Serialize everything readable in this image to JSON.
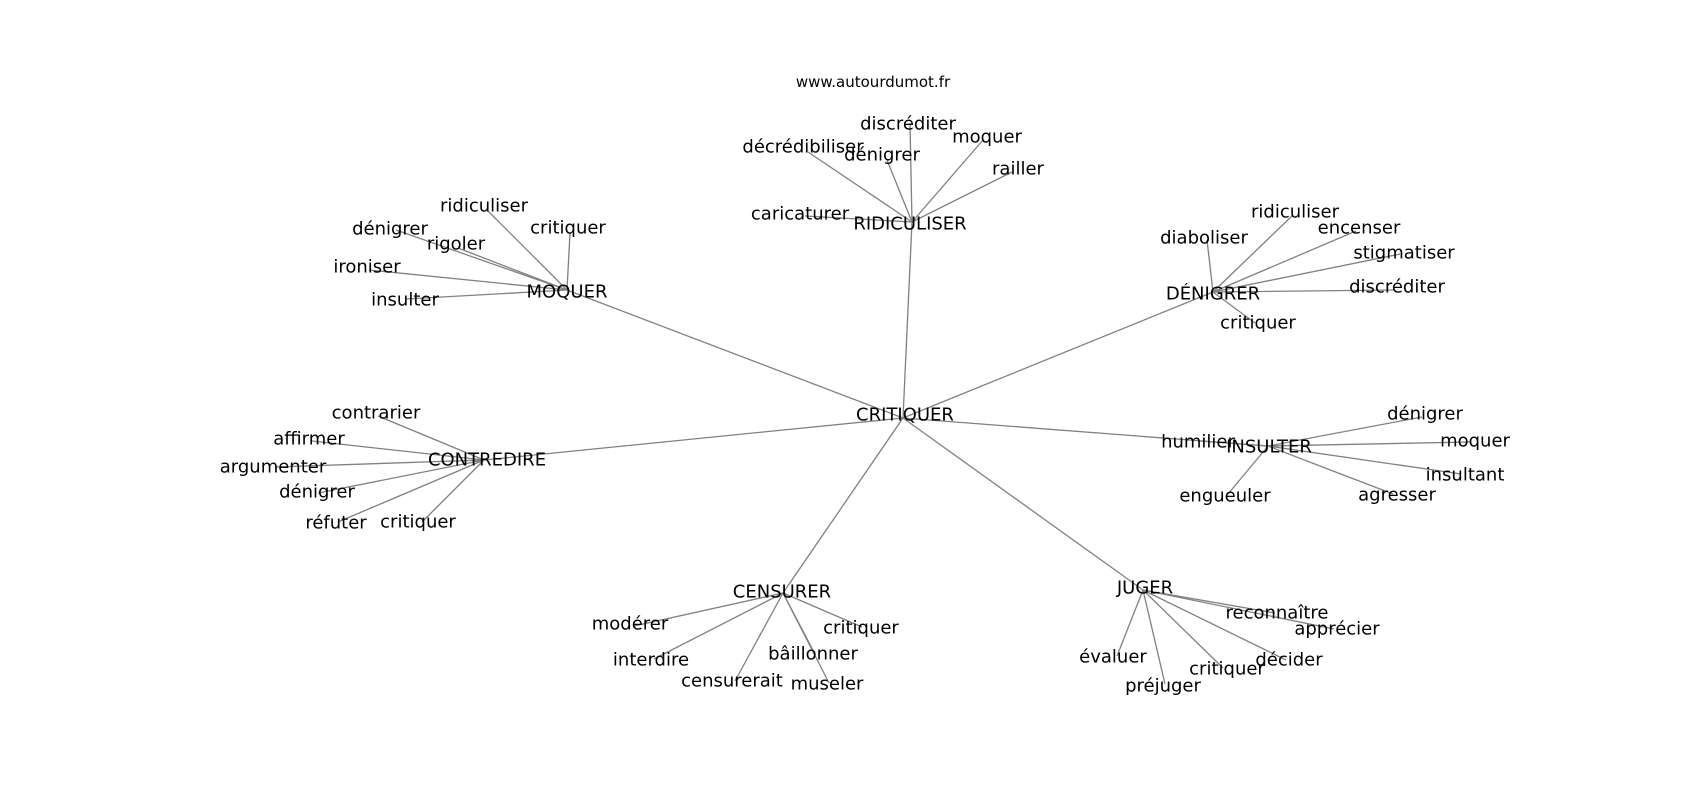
{
  "source": "www.autourdumot.fr",
  "colors": {
    "edge": "#808080",
    "text": "#000000",
    "background": "#ffffff"
  },
  "graph": {
    "center": "CRITIQUER",
    "hubs": [
      {
        "id": "ridiculiser",
        "label": "RIDICULISER",
        "leaves": [
          "discréditer",
          "décrédibiliser",
          "dénigrer",
          "moquer",
          "railler",
          "caricaturer"
        ]
      },
      {
        "id": "moquer",
        "label": "MOQUER",
        "leaves": [
          "ridiculiser",
          "critiquer",
          "dénigrer",
          "rigoler",
          "ironiser",
          "insulter"
        ]
      },
      {
        "id": "denigrer",
        "label": "DÉNIGRER",
        "leaves": [
          "ridiculiser",
          "diaboliser",
          "encenser",
          "stigmatiser",
          "discréditer",
          "critiquer"
        ]
      },
      {
        "id": "contredire",
        "label": "CONTREDIRE",
        "leaves": [
          "contrarier",
          "affirmer",
          "argumenter",
          "dénigrer",
          "réfuter",
          "critiquer"
        ]
      },
      {
        "id": "insulter",
        "label": "INSULTER",
        "leaves": [
          "dénigrer",
          "humilier",
          "moquer",
          "insultant",
          "engueuler",
          "agresser"
        ]
      },
      {
        "id": "censurer",
        "label": "CENSURER",
        "leaves": [
          "modérer",
          "critiquer",
          "interdire",
          "bâillonner",
          "censurerait",
          "museler"
        ]
      },
      {
        "id": "juger",
        "label": "JUGER",
        "leaves": [
          "reconnaître",
          "apprécier",
          "évaluer",
          "décider",
          "critiquer",
          "préjuger"
        ]
      }
    ]
  }
}
